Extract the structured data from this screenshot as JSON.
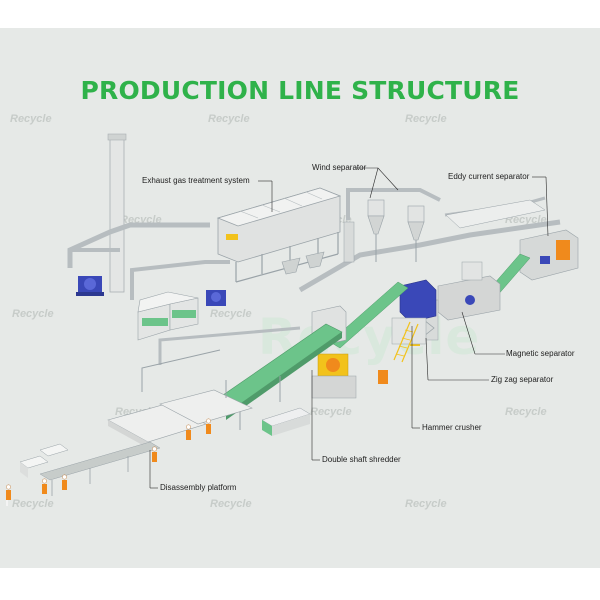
{
  "title": "PRODUCTION LINE STRUCTURE",
  "watermark": "Recycle",
  "brand_big": "Recycle",
  "colors": {
    "title": "#2fb24a",
    "background": "#e6e9e7",
    "machine_gray": "#d4d6d5",
    "conveyor_green": "#6cc48a",
    "motor_blue": "#3a48b8",
    "accent_orange": "#f08a1c",
    "accent_yellow": "#f2c21b",
    "structure_steel": "#9aa3a8"
  },
  "labels": {
    "exhaust": "Exhaust gas treatment system",
    "wind": "Wind separator",
    "eddy": "Eddy current separator",
    "magnetic": "Magnetic separator",
    "zigzag": "Zig zag separator",
    "hammer": "Hammer crusher",
    "shredder": "Double shaft shredder",
    "disassembly": "Disassembly platform"
  }
}
